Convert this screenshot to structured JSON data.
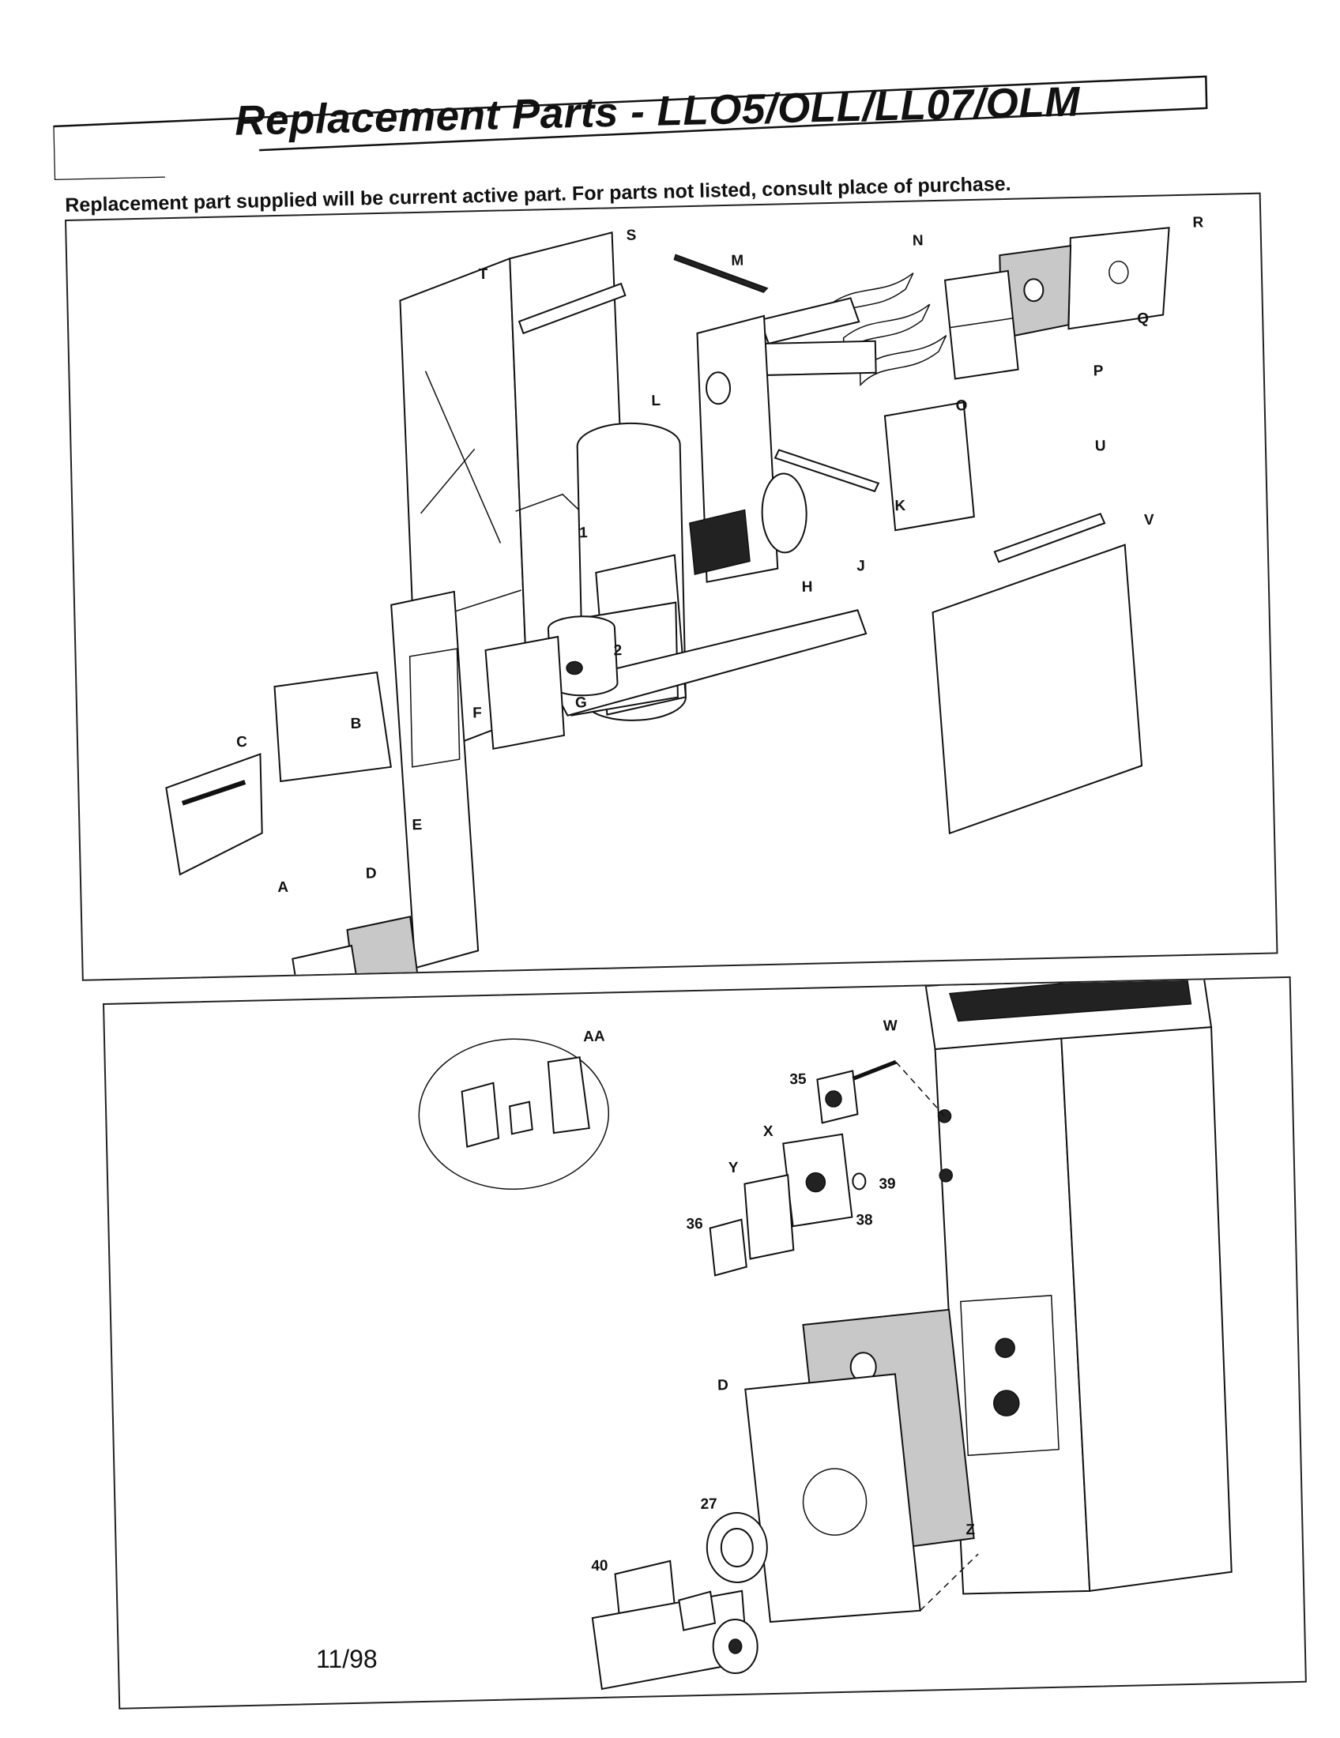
{
  "header": {
    "title": "Replacement Parts - LLO5/OLL/LL07/OLM",
    "subtitle": "Replacement part supplied will be current active part.  For parts not listed, consult place of purchase."
  },
  "top_panel": {
    "labels": {
      "S": "S",
      "T": "T",
      "M": "M",
      "N": "N",
      "R": "R",
      "Q": "Q",
      "P": "P",
      "L": "L",
      "O": "O",
      "U": "U",
      "K": "K",
      "V": "V",
      "J": "J",
      "H": "H",
      "one": "1",
      "two": "2",
      "G": "G",
      "F": "F",
      "B": "B",
      "C": "C",
      "E": "E",
      "D": "D",
      "A": "A"
    }
  },
  "bottom_panel": {
    "labels": {
      "W": "W",
      "AA": "AA",
      "n35": "35",
      "X": "X",
      "Y": "Y",
      "n39": "39",
      "n36": "36",
      "n38": "38",
      "D": "D",
      "n27": "27",
      "n40": "40",
      "Z": "Z"
    }
  },
  "footer": {
    "date": "11/98"
  }
}
